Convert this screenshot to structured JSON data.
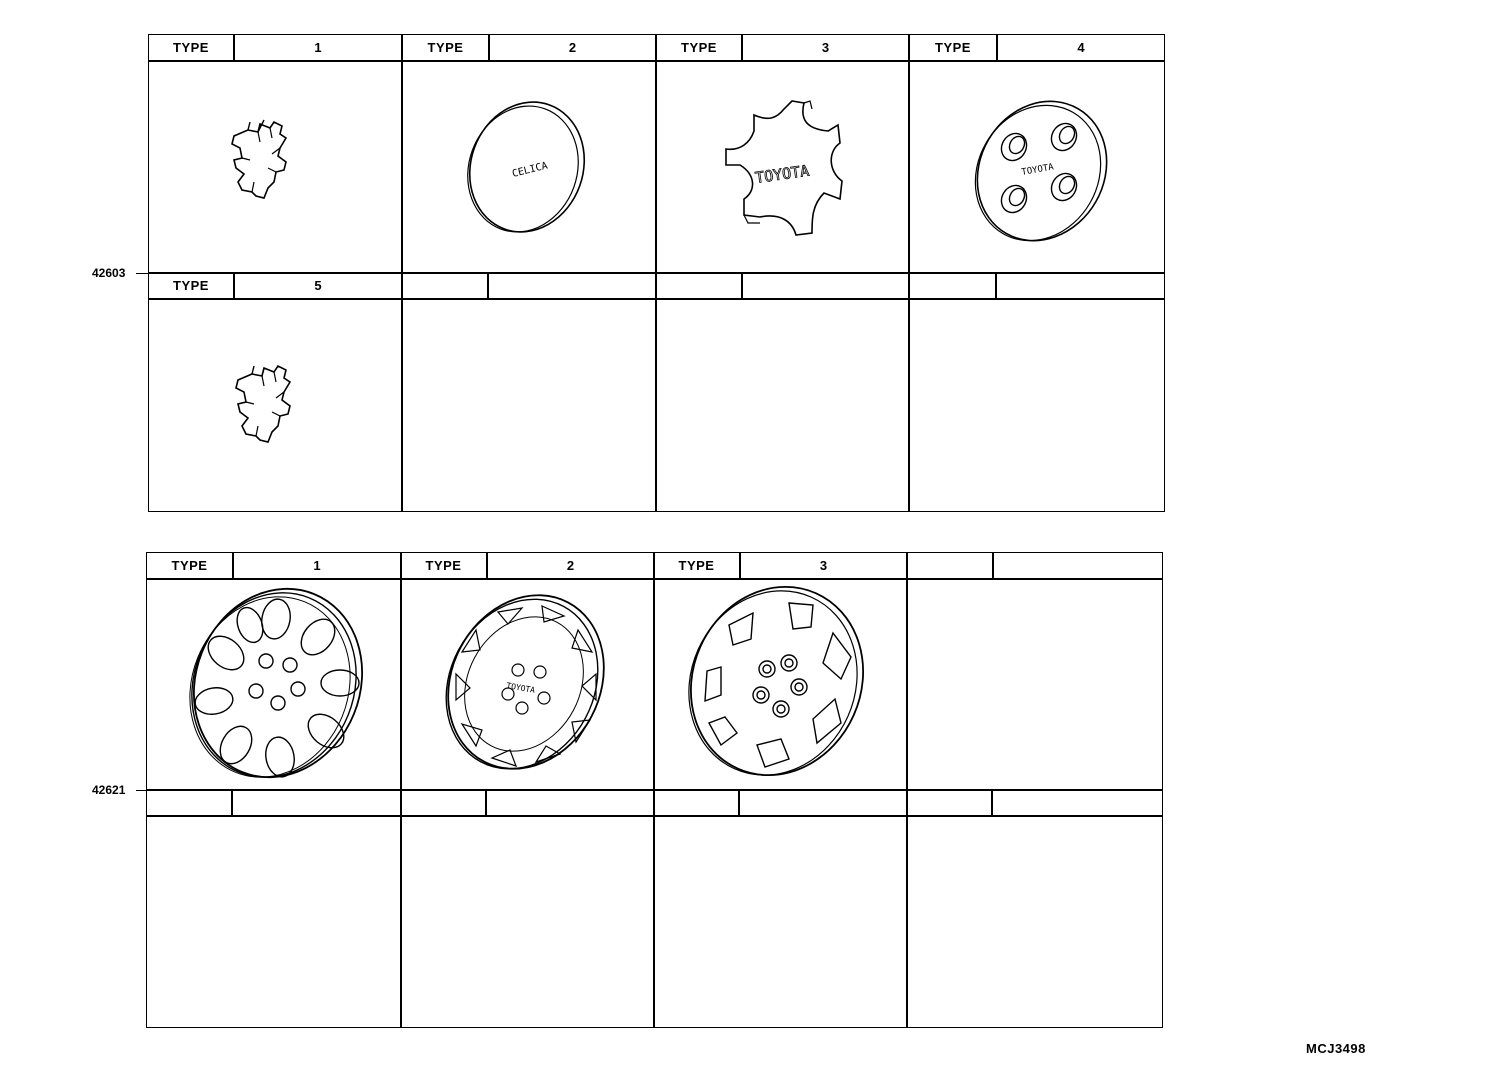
{
  "diagram_code": "MCJ3498",
  "groups": [
    {
      "part_number": "42603",
      "cells": [
        {
          "type_label": "TYPE",
          "type_num": "1",
          "icon": "center-cap-star-small-icon"
        },
        {
          "type_label": "TYPE",
          "type_num": "2",
          "icon": "center-cap-celica-disc-icon",
          "text": "CELICA"
        },
        {
          "type_label": "TYPE",
          "type_num": "3",
          "icon": "center-cap-toyota-cross-icon",
          "text": "TOYOTA"
        },
        {
          "type_label": "TYPE",
          "type_num": "4",
          "icon": "center-cap-toyota-4hole-icon",
          "text": "TOYOTA"
        },
        {
          "type_label": "TYPE",
          "type_num": "5",
          "icon": "center-cap-star-small-icon"
        },
        {
          "type_label": "",
          "type_num": ""
        },
        {
          "type_label": "",
          "type_num": ""
        },
        {
          "type_label": "",
          "type_num": ""
        }
      ]
    },
    {
      "part_number": "42621",
      "cells": [
        {
          "type_label": "TYPE",
          "type_num": "1",
          "icon": "wheel-cover-slotted-icon"
        },
        {
          "type_label": "TYPE",
          "type_num": "2",
          "icon": "wheel-cover-turbine-icon",
          "text": "TOYOTA"
        },
        {
          "type_label": "TYPE",
          "type_num": "3",
          "icon": "wheel-cover-spoke-icon"
        },
        {
          "type_label": "",
          "type_num": ""
        },
        {
          "type_label": "",
          "type_num": ""
        },
        {
          "type_label": "",
          "type_num": ""
        },
        {
          "type_label": "",
          "type_num": ""
        },
        {
          "type_label": "",
          "type_num": ""
        }
      ]
    }
  ]
}
